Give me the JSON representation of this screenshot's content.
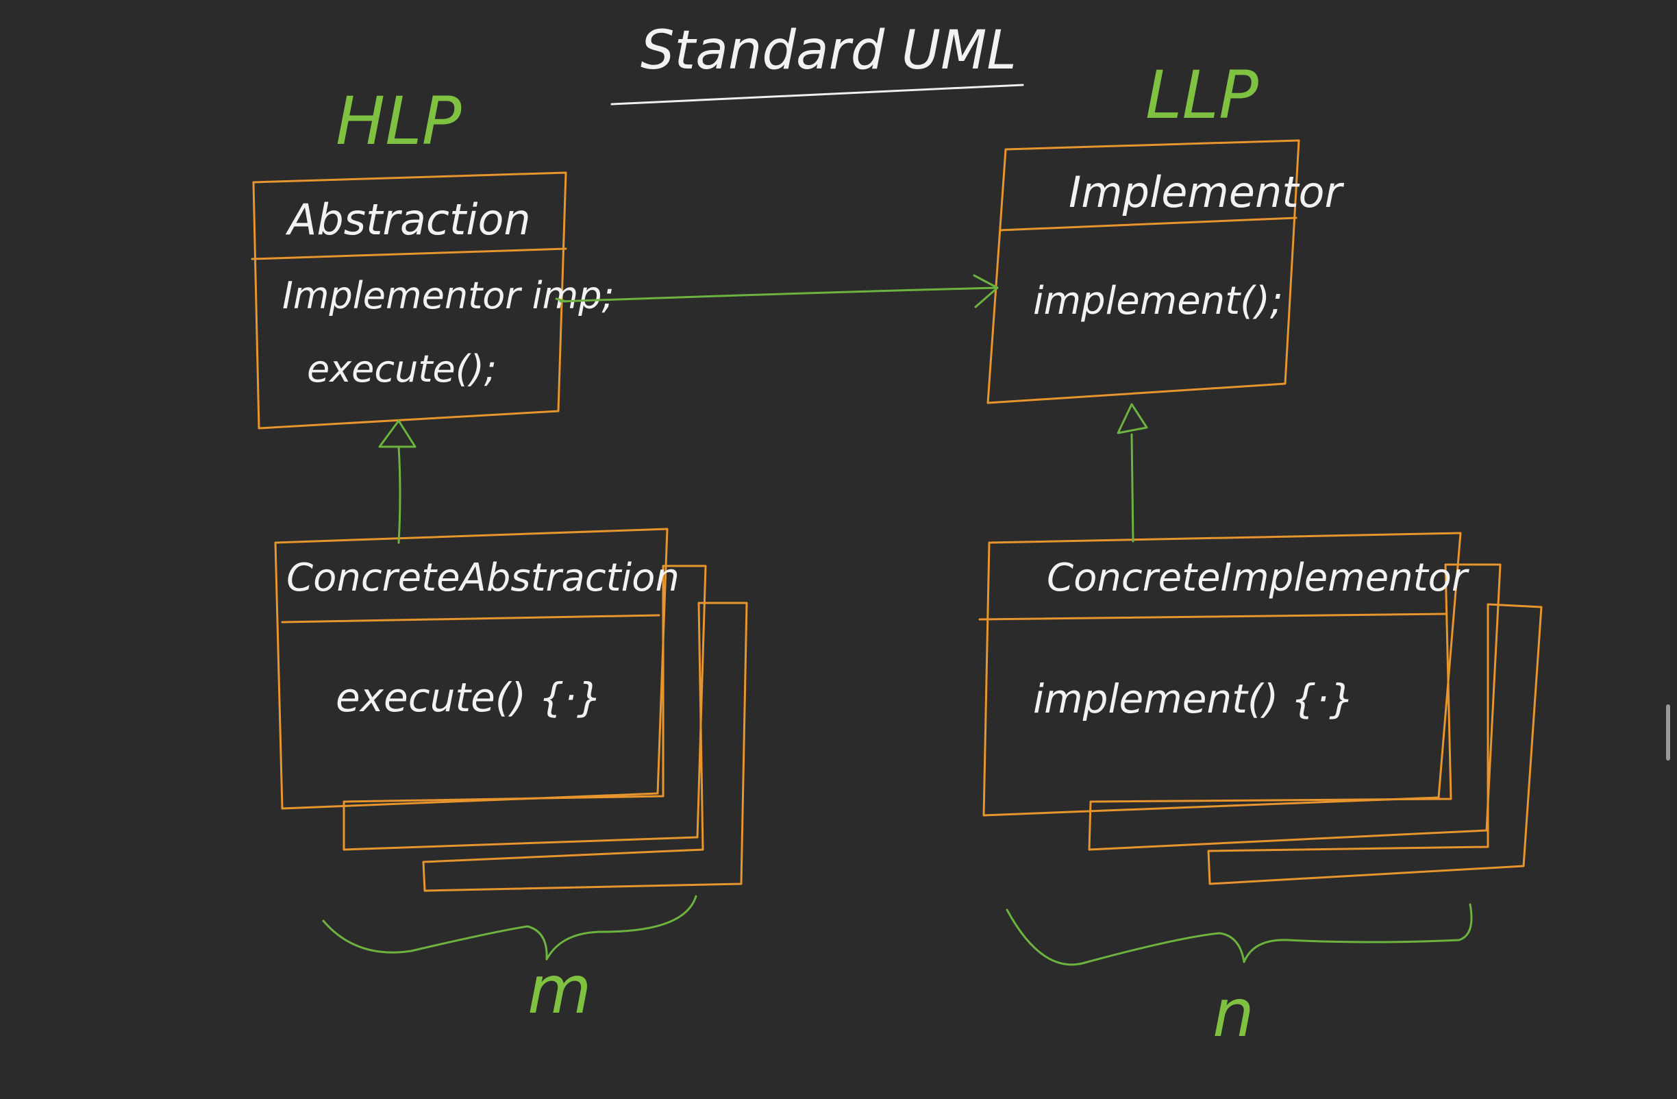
{
  "title": "Standard UML",
  "labels": {
    "left_level": "HLP",
    "right_level": "LLP",
    "left_count": "m",
    "right_count": "n"
  },
  "abstraction": {
    "name": "Abstraction",
    "members": [
      "Implementor imp;",
      "execute();"
    ]
  },
  "implementor": {
    "name": "Implementor",
    "members": [
      "implement();"
    ]
  },
  "concrete_abstraction": {
    "name": "ConcreteAbstraction",
    "members": [
      "execute() {·}"
    ]
  },
  "concrete_implementor": {
    "name": "ConcreteImplementor",
    "members": [
      "implement() {·}"
    ]
  },
  "colors": {
    "background": "#2b2b2b",
    "box_stroke": "#e8952e",
    "arrow": "#6db33f",
    "text": "#f2f2f2"
  }
}
